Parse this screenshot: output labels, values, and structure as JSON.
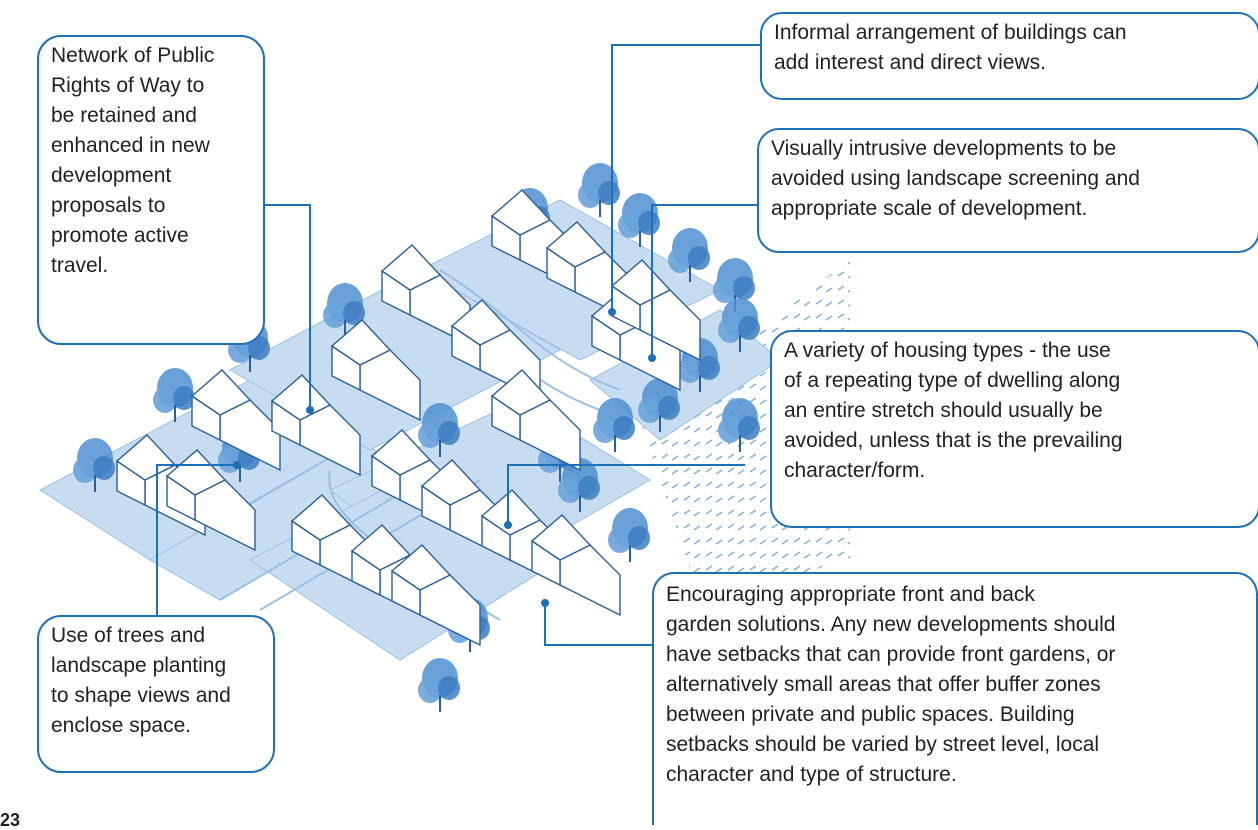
{
  "callouts": {
    "rights_of_way": " Network of Public\nRights of Way to\nbe retained and\nenhanced in new\ndevelopment\nproposals to\npromote active\ntravel.",
    "informal_arrangement": "Informal arrangement of buildings can\n add interest and direct views.",
    "visually_intrusive": " Visually intrusive developments to be\navoided using landscape screening and\nappropriate scale of development.",
    "housing_variety": " A variety of housing types - the use\nof a repeating type of dwelling along\nan entire stretch should usually be\navoided, unless that is the prevailing\ncharacter/form.",
    "trees_planting": "Use of trees and\nlandscape planting\nto shape views and\nenclose space.",
    "front_back_garden": " Encouraging appropriate front and back\ngarden solutions. Any new developments should\nhave setbacks that can provide front gardens, or\nalternatively small areas that offer buffer zones\nbetween private and public spaces. Building\nsetbacks should be varied by street level, local\ncharacter and type of structure."
  },
  "page_number": "23",
  "colors": {
    "accent": "#1d6fb8",
    "plot_fill": "#c6dcf1",
    "tree_fill": "#4f8fd0",
    "house_fill": "#ffffff",
    "text": "#231f20"
  }
}
